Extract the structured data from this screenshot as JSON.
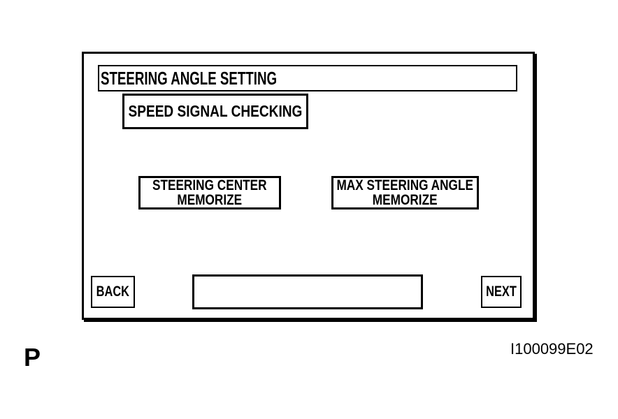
{
  "screen": {
    "title_bar": "STEERING ANGLE SETTING",
    "buttons": {
      "speed_signal": {
        "label": "SPEED SIGNAL CHECKING"
      },
      "steering_center": {
        "line1": "STEERING CENTER",
        "line2": "MEMORIZE"
      },
      "max_steering": {
        "line1": "MAX STEERING ANGLE",
        "line2": "MEMORIZE"
      },
      "back": {
        "label": "BACK"
      },
      "next": {
        "label": "NEXT"
      }
    },
    "message_panel": {
      "value": ""
    }
  },
  "annotations": {
    "position_label": "P",
    "figure_id": "I100099E02"
  },
  "colors": {
    "line": "#000000",
    "background": "#ffffff"
  }
}
